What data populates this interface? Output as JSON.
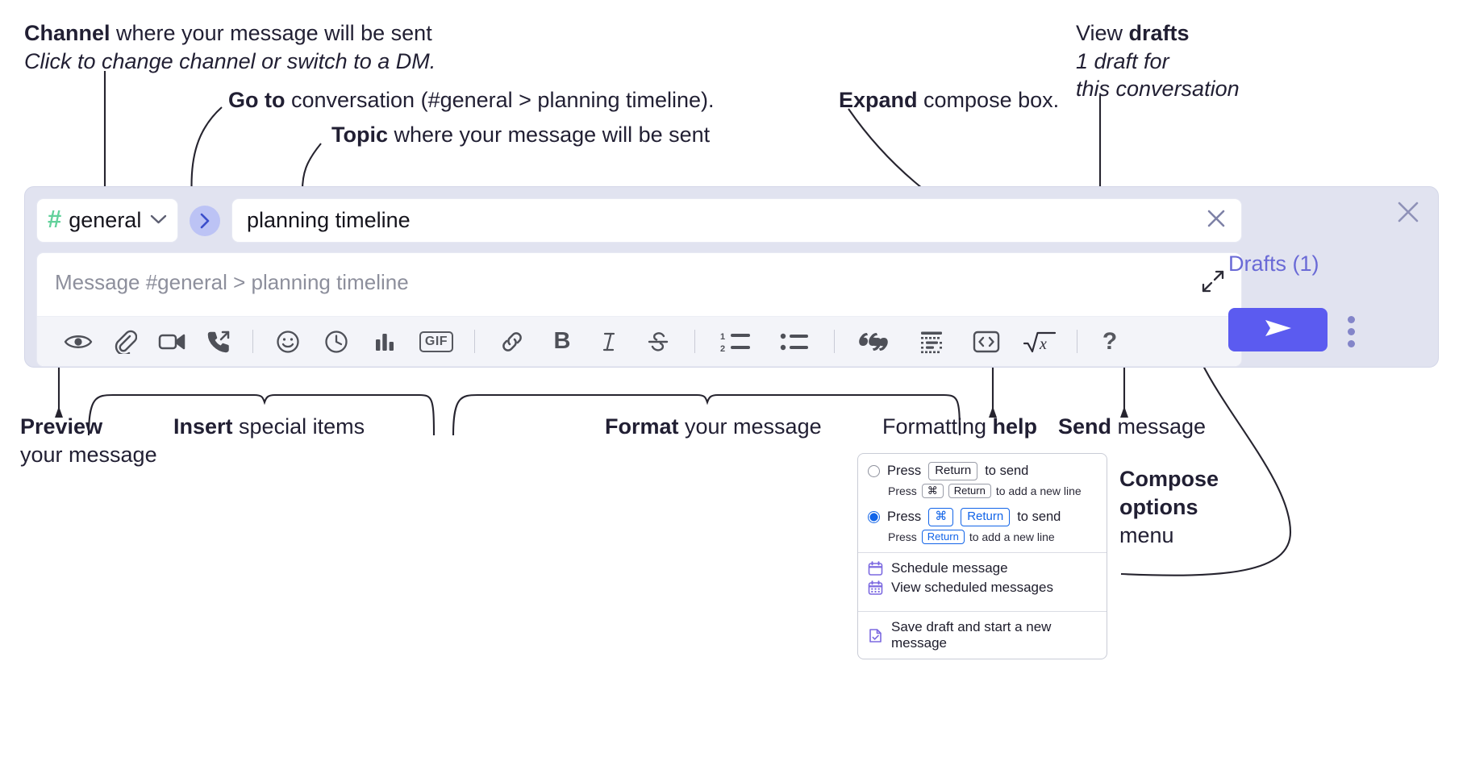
{
  "annotations": {
    "channel": {
      "bold": "Channel",
      "rest": " where your message will be sent",
      "italic": "Click to change channel or switch to a DM."
    },
    "goto": {
      "bold": "Go to",
      "rest": " conversation (#general > planning timeline)."
    },
    "topic": {
      "bold": "Topic",
      "rest": " where your message will be sent"
    },
    "expand": {
      "bold": "Expand",
      "rest": " compose box."
    },
    "drafts": {
      "rest": "View ",
      "bold": "drafts",
      "italic_line1": "1 draft for",
      "italic_line2": "this conversation"
    },
    "preview": {
      "bold": "Preview",
      "line2": "your message"
    },
    "insert": {
      "bold": "Insert",
      "rest": " special items"
    },
    "format": {
      "bold": "Format",
      "rest": " your message"
    },
    "help": {
      "rest": "Formatting ",
      "bold": "help"
    },
    "send": {
      "bold": "Send",
      "rest": " message"
    },
    "compose_options": {
      "line1": "Compose",
      "line2": "options",
      "line3": "menu"
    }
  },
  "compose": {
    "channel_name": "general",
    "channel_hash": "#",
    "chevron_icon": "chevron-down-icon",
    "goto_icon": "chevron-right-icon",
    "topic_value": "planning timeline",
    "topic_clear_icon": "close-icon",
    "message_placeholder": "Message #general > planning timeline",
    "expand_icon": "expand-icon",
    "close_icon": "close-icon",
    "drafts_label": "Drafts (1)",
    "send_icon": "send-icon",
    "options_icon": "kebab-menu-icon",
    "toolbar": [
      {
        "name": "preview-icon",
        "label": "Preview"
      },
      {
        "name": "attachment-icon",
        "label": "Attach file"
      },
      {
        "name": "video-icon",
        "label": "Video clip"
      },
      {
        "name": "audio-call-icon",
        "label": "Audio clip"
      },
      {
        "name": "separator",
        "label": ""
      },
      {
        "name": "emoji-icon",
        "label": "Emoji"
      },
      {
        "name": "reminder-clock-icon",
        "label": "Reminder"
      },
      {
        "name": "poll-icon",
        "label": "Poll"
      },
      {
        "name": "gif-icon",
        "label": "GIF"
      },
      {
        "name": "separator",
        "label": ""
      },
      {
        "name": "link-icon",
        "label": "Link"
      },
      {
        "name": "bold-icon",
        "label": "B"
      },
      {
        "name": "italic-icon",
        "label": "I"
      },
      {
        "name": "strikethrough-icon",
        "label": "Strikethrough"
      },
      {
        "name": "separator",
        "label": ""
      },
      {
        "name": "ordered-list-icon",
        "label": "Ordered list"
      },
      {
        "name": "bulleted-list-icon",
        "label": "Bulleted list"
      },
      {
        "name": "separator",
        "label": ""
      },
      {
        "name": "blockquote-icon",
        "label": "Blockquote"
      },
      {
        "name": "code-block-icon",
        "label": "Code block"
      },
      {
        "name": "inline-code-icon",
        "label": "Code"
      },
      {
        "name": "math-icon",
        "label": "Math"
      },
      {
        "name": "separator",
        "label": ""
      },
      {
        "name": "help-icon",
        "label": "?"
      }
    ]
  },
  "menu": {
    "option1": {
      "pre": "Press",
      "key": "Return",
      "post": "to send",
      "sub_pre": "Press",
      "sub_key1": "⌘",
      "sub_key2": "Return",
      "sub_post": "to add a new line",
      "selected": false
    },
    "option2": {
      "pre": "Press",
      "key1": "⌘",
      "key2": "Return",
      "post": "to send",
      "sub_pre": "Press",
      "sub_key": "Return",
      "sub_post": "to add a new line",
      "selected": true
    },
    "items": [
      {
        "icon": "calendar-icon",
        "label": "Schedule message"
      },
      {
        "icon": "calendar-grid-icon",
        "label": "View scheduled messages"
      },
      {
        "icon": "save-draft-icon",
        "label": "Save draft and start a new message"
      }
    ]
  },
  "colors": {
    "accent": "#5b5bf0",
    "compose_bg": "#e1e3f0",
    "hash_green": "#62d19b",
    "drafts_text": "#6a6ad6",
    "key_blue": "#1264e8"
  }
}
